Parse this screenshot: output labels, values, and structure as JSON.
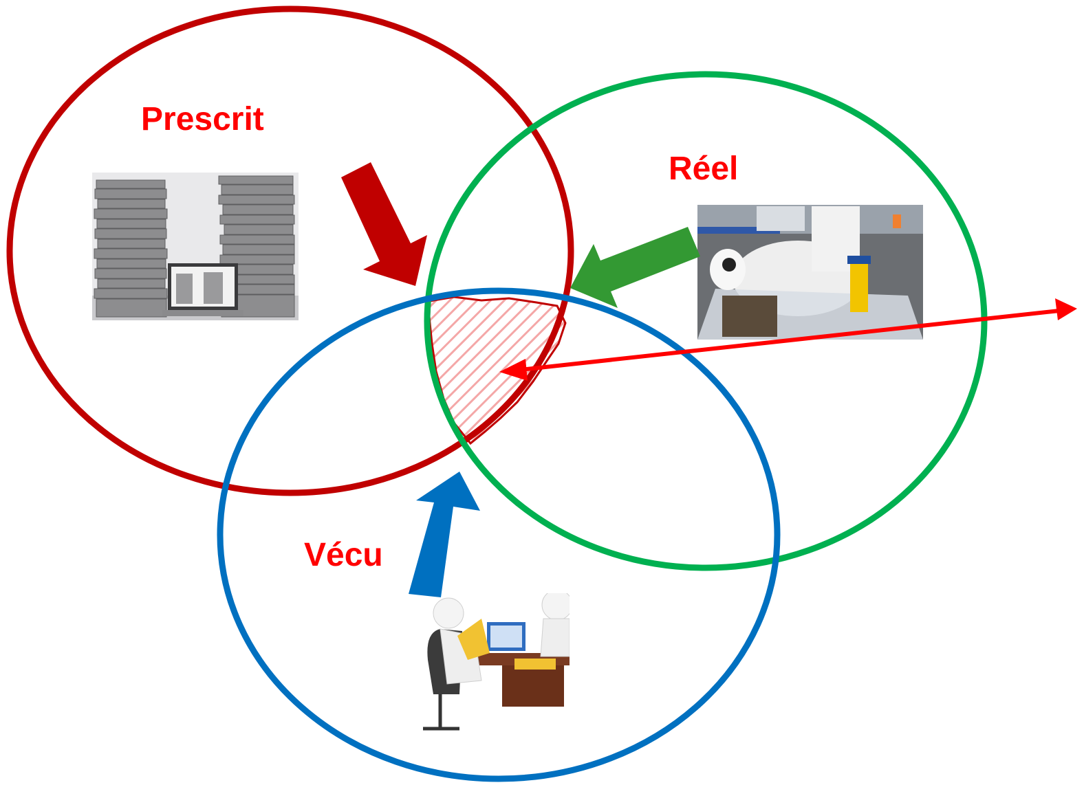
{
  "labels": {
    "prescrit": "Prescrit",
    "reel": "Réel",
    "vecu": "Vécu"
  },
  "colors": {
    "prescrit": "#C00000",
    "reel": "#00B050",
    "vecu": "#0070C0",
    "label_text": "#FF0000",
    "prescrit_arrow": "#C00000",
    "reel_arrow": "#339933",
    "vecu_arrow": "#0070C0",
    "pointer_arrow": "#FF0000",
    "hatch": "#F4A7A7",
    "hatch_outline": "#C00000"
  },
  "photos": {
    "prescrit": "document-stacks-photo",
    "reel": "asbestos-removal-workers-photo",
    "vecu": "office-workers-at-desk-photo"
  }
}
